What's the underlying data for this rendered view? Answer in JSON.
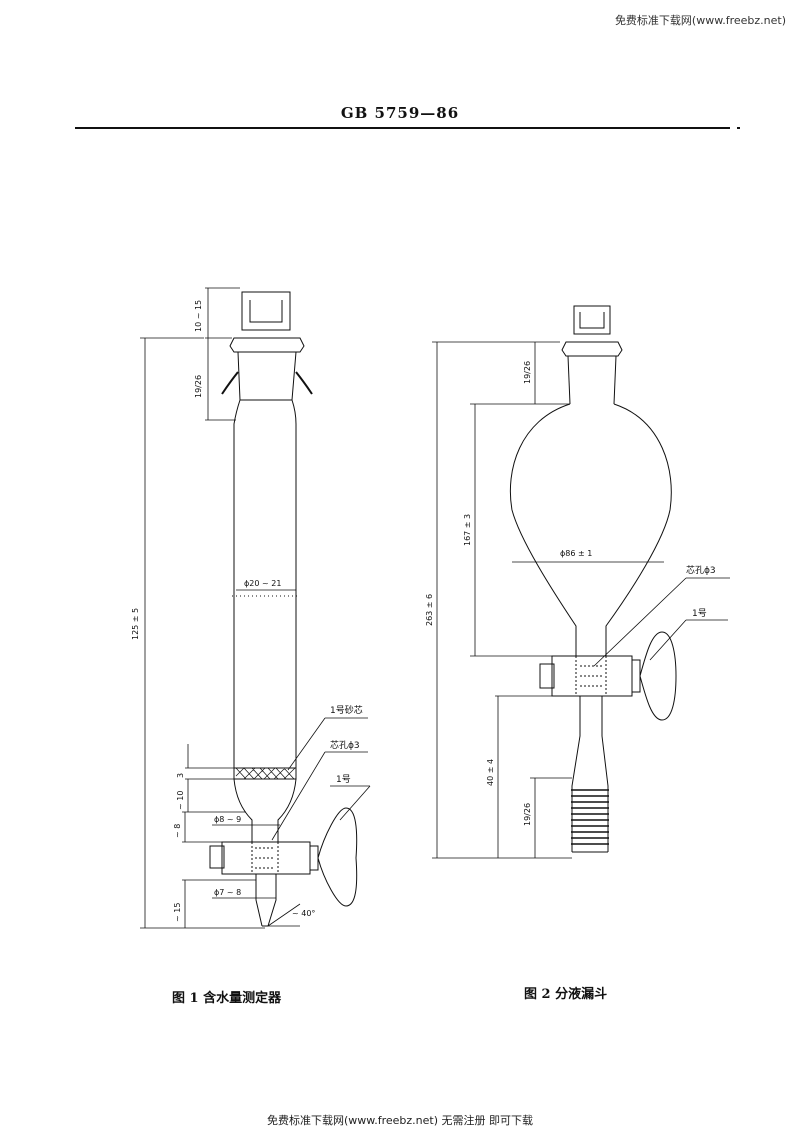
{
  "watermark_top": "免费标准下载网(www.freebz.net)",
  "standard_code": "GB 5759—86",
  "figure1": {
    "caption": "图 1   含水量测定器",
    "dims": {
      "top_joint_height": "10 ~ 15",
      "joint_size": "19/26",
      "total_length": "125 ± 5",
      "tube_diameter": "ϕ20 ~ 21",
      "frit_thickness": "3",
      "frit_gap": "~ 10",
      "neck_length": "~ 8",
      "neck_diameter": "ϕ8 ~ 9",
      "tip_length": "~ 15",
      "tip_diameter": "ϕ7 ~ 8",
      "tip_angle": "~ 40°"
    },
    "labels": {
      "frit": "1号砂芯",
      "bore": "芯孔ϕ3",
      "stopcock": "1号"
    }
  },
  "figure2": {
    "caption": "图 2   分液漏斗",
    "dims": {
      "joint_size_top": "19/26",
      "bulb_height": "167 ± 3",
      "total_length": "263 ± 6",
      "bulb_diameter": "ϕ86 ± 1",
      "stem_length": "40 ± 4",
      "joint_size_bottom": "19/26"
    },
    "labels": {
      "bore": "芯孔ϕ3",
      "stopcock": "1号"
    }
  },
  "watermark_bottom": "免费标准下载网(www.freebz.net) 无需注册 即可下载"
}
